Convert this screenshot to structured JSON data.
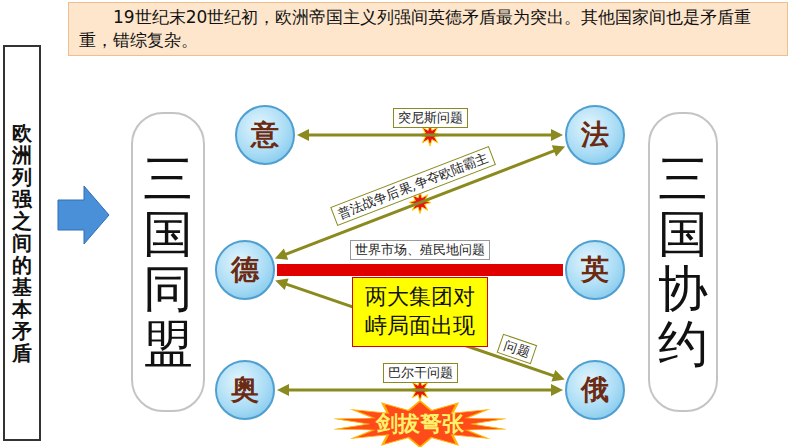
{
  "diagram": {
    "title": "19世纪末20世纪初，欧洲帝国主义列强间英德矛盾最为突出。其他国家间也是矛盾重重，错综复杂。",
    "nodes": [
      {
        "text": [
          "欧洲列强之间的基本矛盾"
        ]
      },
      {
        "text": [
          "三国同盟"
        ]
      },
      {
        "text": [
          "意"
        ]
      },
      {
        "text": [
          "德"
        ]
      },
      {
        "text": [
          "奥"
        ]
      },
      {
        "text": [
          "三国协约"
        ]
      },
      {
        "text": [
          "法"
        ]
      },
      {
        "text": [
          "英"
        ]
      },
      {
        "text": [
          "俄"
        ]
      },
      {
        "text": [
          "两大集团对峙局面出现"
        ]
      },
      {
        "text": [
          "剑拔弩张"
        ]
      }
    ],
    "edges": [
      {
        "from": 2,
        "to": 6,
        "label": "突尼斯问题",
        "arrow": "both"
      },
      {
        "from": 3,
        "to": 6,
        "label": "普法战争后果,争夺欧陆霸主",
        "arrow": "both"
      },
      {
        "from": 3,
        "to": 7,
        "label": "世界市场、殖民地问题",
        "arrow": "none"
      },
      {
        "from": 3,
        "to": 8,
        "label": "问题",
        "arrow": "both"
      },
      {
        "from": 4,
        "to": 8,
        "label": "巴尔干问题",
        "arrow": "both"
      }
    ]
  }
}
